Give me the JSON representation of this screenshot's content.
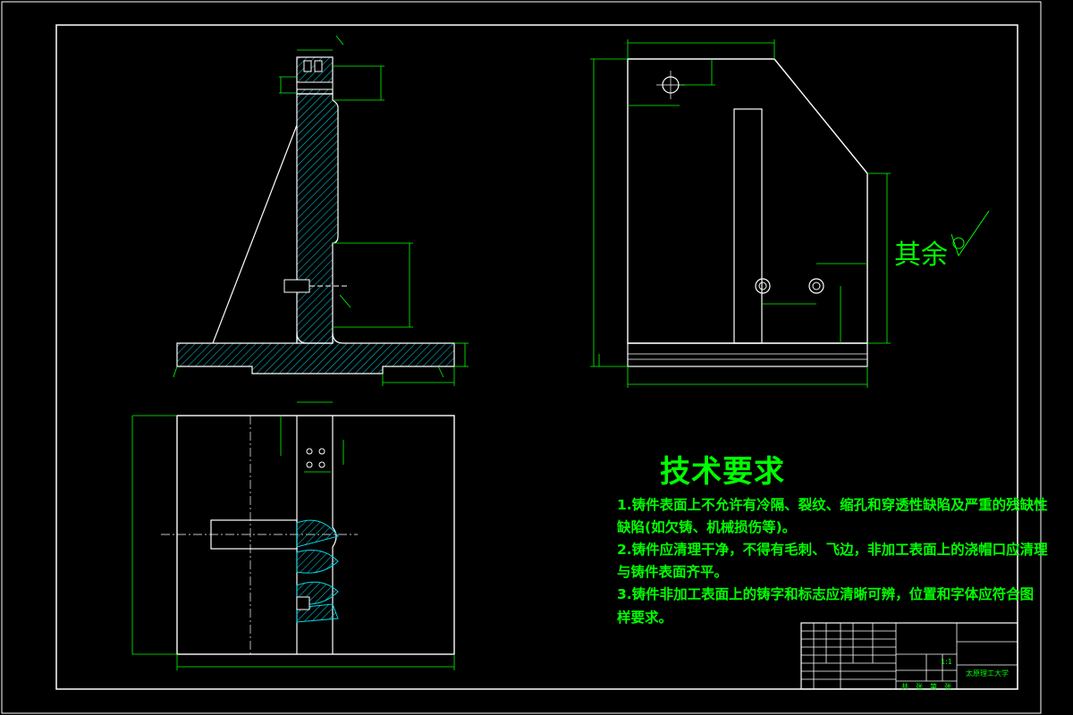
{
  "drawing": {
    "technical_requirements": {
      "title": "技术要求",
      "lines": [
        "1.铸件表面上不允许有冷隔、裂纹、缩孔和穿透性缺陷及严重的残缺性",
        "缺陷(如欠铸、机械损伤等)。",
        "2.铸件应清理干净，不得有毛刺、飞边，非加工表面上的浇帽口应清理",
        "与铸件表面齐平。",
        "3.铸件非加工表面上的铸字和标志应清晰可辨，位置和字体应符合图",
        "样要求。"
      ]
    },
    "surface_note": "其余",
    "title_block": {
      "university": "太原理工大学",
      "sheet_labels": [
        "共",
        "张",
        "第",
        "张"
      ],
      "scale": "1:1"
    }
  },
  "colors": {
    "background": "#000000",
    "frame": "#ffffff",
    "geometry": "#ffffff",
    "dimension": "#00ff00",
    "hatch": "#00e5ff"
  }
}
